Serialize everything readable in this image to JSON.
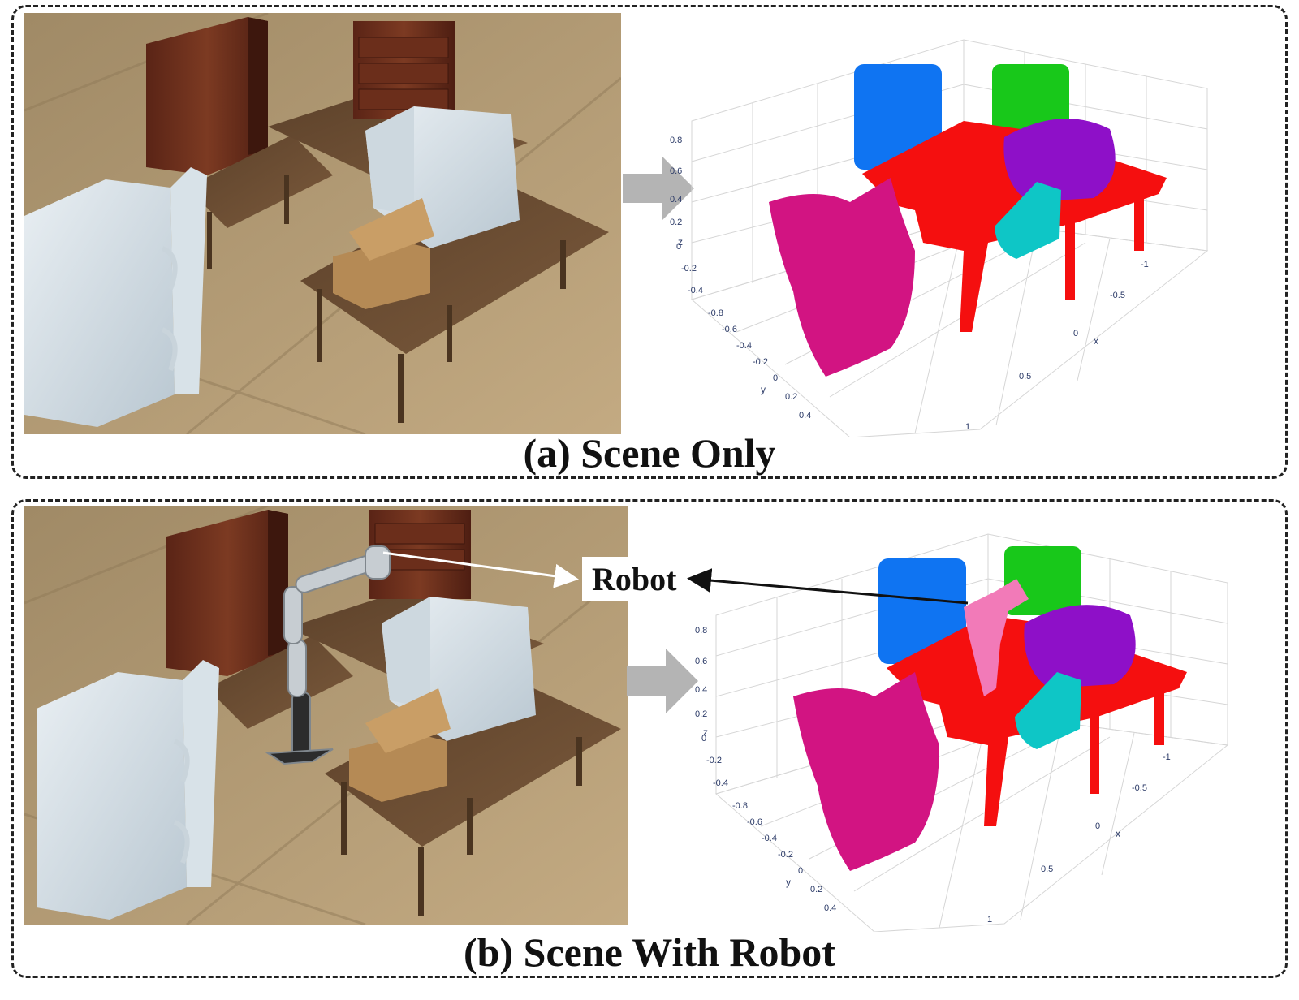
{
  "panel_a": {
    "caption": "(a) Scene Only",
    "plot": {
      "z_ticks": [
        "0.8",
        "0.6",
        "0.4",
        "0.2",
        "0",
        "-0.2",
        "-0.4"
      ],
      "y_ticks": [
        "-0.8",
        "-0.6",
        "-0.4",
        "-0.2",
        "0",
        "0.2",
        "0.4"
      ],
      "x_ticks": [
        "-1",
        "-0.5",
        "0",
        "0.5",
        "1"
      ],
      "z_label": "z",
      "y_label": "y",
      "x_label": "x"
    }
  },
  "panel_b": {
    "caption": "(b) Scene With Robot",
    "robot_label": "Robot",
    "plot": {
      "z_ticks": [
        "0.8",
        "0.6",
        "0.4",
        "0.2",
        "0",
        "-0.2",
        "-0.4"
      ],
      "y_ticks": [
        "-0.8",
        "-0.6",
        "-0.4",
        "-0.2",
        "0",
        "0.2",
        "0.4"
      ],
      "x_ticks": [
        "-1",
        "-0.5",
        "0",
        "0.5",
        "1"
      ],
      "z_label": "z",
      "y_label": "y",
      "x_label": "x"
    }
  },
  "colors": {
    "cabinet_blue": "#0f74f2",
    "drawer_green": "#18c81a",
    "table_red": "#f50f0f",
    "box_purple": "#8e10c8",
    "box_cyan": "#0ec6c6",
    "refrigerator_magenta": "#d21482",
    "robot_pink": "#f27ab8",
    "arrow_gray": "#b4b4b4"
  }
}
